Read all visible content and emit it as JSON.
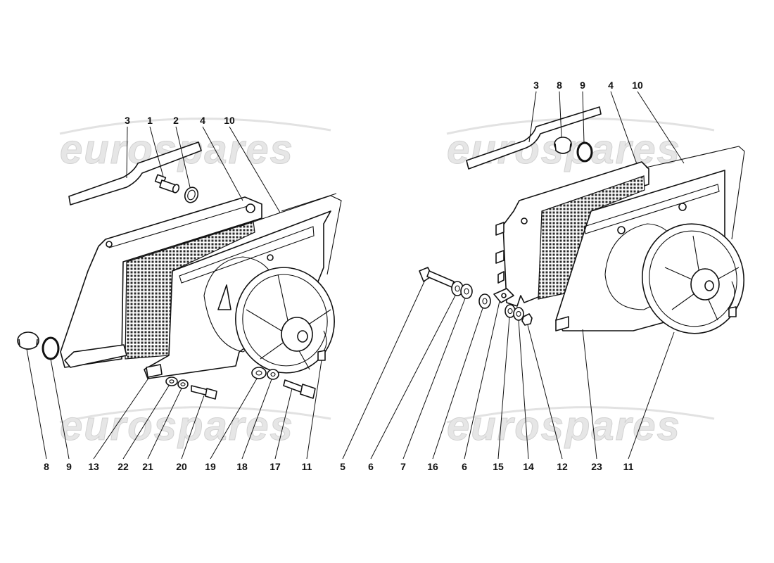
{
  "watermark": "eurospares",
  "left_view": {
    "top_labels": [
      "3",
      "1",
      "2",
      "4",
      "10"
    ],
    "bottom_labels": [
      "8",
      "9",
      "13",
      "22",
      "21",
      "20",
      "19",
      "18",
      "17",
      "11"
    ]
  },
  "right_view": {
    "top_labels": [
      "3",
      "8",
      "9",
      "4",
      "10"
    ],
    "bottom_labels": [
      "5",
      "6",
      "7",
      "16",
      "6",
      "15",
      "14",
      "12",
      "23",
      "11"
    ]
  }
}
